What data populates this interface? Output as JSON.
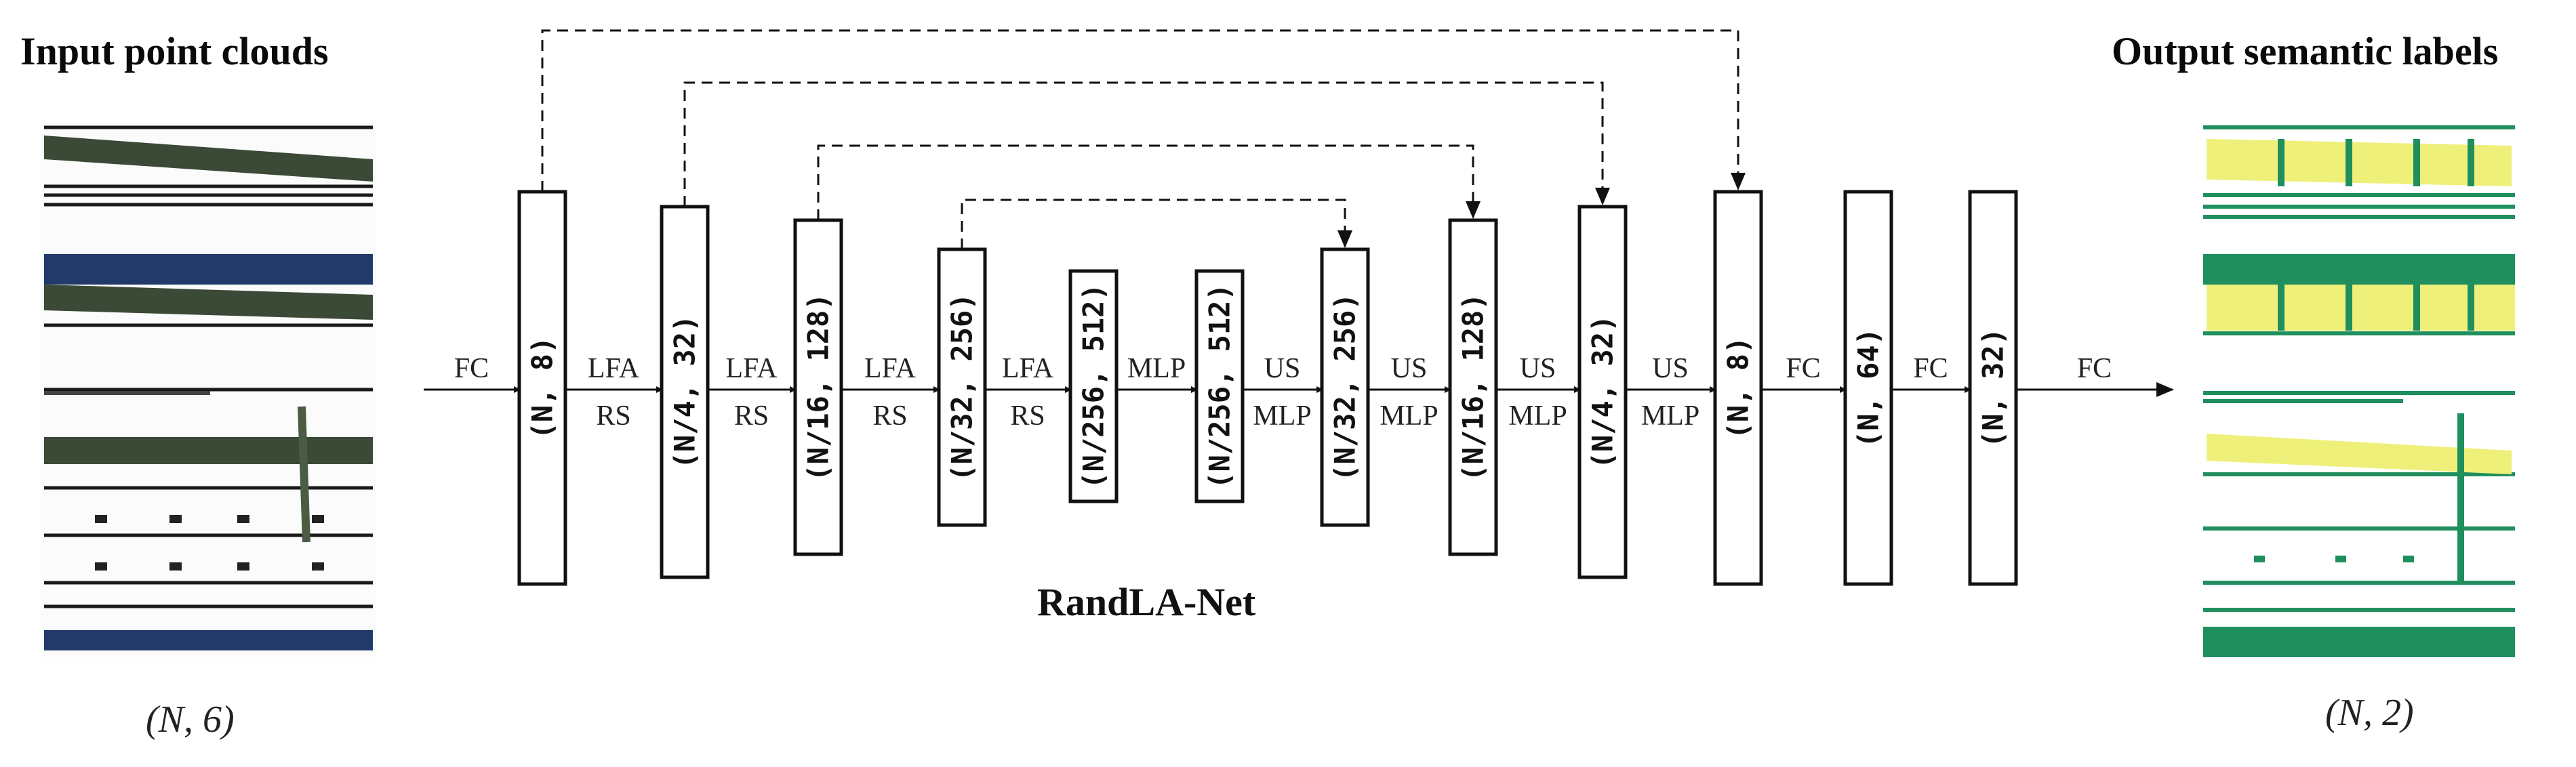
{
  "titles": {
    "input": "Input point clouds",
    "output": "Output semantic labels",
    "network": "RandLA-Net"
  },
  "shapes": {
    "input": "(N, 6)",
    "output": "(N, 2)"
  },
  "blocks": [
    {
      "label": "(N, 8)"
    },
    {
      "label": "(N/4, 32)"
    },
    {
      "label": "(N/16, 128)"
    },
    {
      "label": "(N/32, 256)"
    },
    {
      "label": "(N/256, 512)"
    },
    {
      "label": "(N/256, 512)"
    },
    {
      "label": "(N/32, 256)"
    },
    {
      "label": "(N/16, 128)"
    },
    {
      "label": "(N/4, 32)"
    },
    {
      "label": "(N, 8)"
    },
    {
      "label": "(N, 64)"
    },
    {
      "label": "(N, 32)"
    }
  ],
  "ops": [
    {
      "top": "FC",
      "bottom": ""
    },
    {
      "top": "LFA",
      "bottom": "RS"
    },
    {
      "top": "LFA",
      "bottom": "RS"
    },
    {
      "top": "LFA",
      "bottom": "RS"
    },
    {
      "top": "LFA",
      "bottom": "RS"
    },
    {
      "top": "MLP",
      "bottom": ""
    },
    {
      "top": "US",
      "bottom": "MLP"
    },
    {
      "top": "US",
      "bottom": "MLP"
    },
    {
      "top": "US",
      "bottom": "MLP"
    },
    {
      "top": "US",
      "bottom": "MLP"
    },
    {
      "top": "FC",
      "bottom": ""
    },
    {
      "top": "FC",
      "bottom": ""
    },
    {
      "top": "FC",
      "bottom": ""
    }
  ],
  "skips": [
    [
      0,
      9
    ],
    [
      1,
      8
    ],
    [
      2,
      7
    ],
    [
      3,
      6
    ]
  ],
  "colors": {
    "box_stroke": "#111111",
    "input_dark": "#3b4a36",
    "input_blue": "#223a6a",
    "output_green": "#1f8f5e",
    "output_yellow": "#eef07a"
  }
}
